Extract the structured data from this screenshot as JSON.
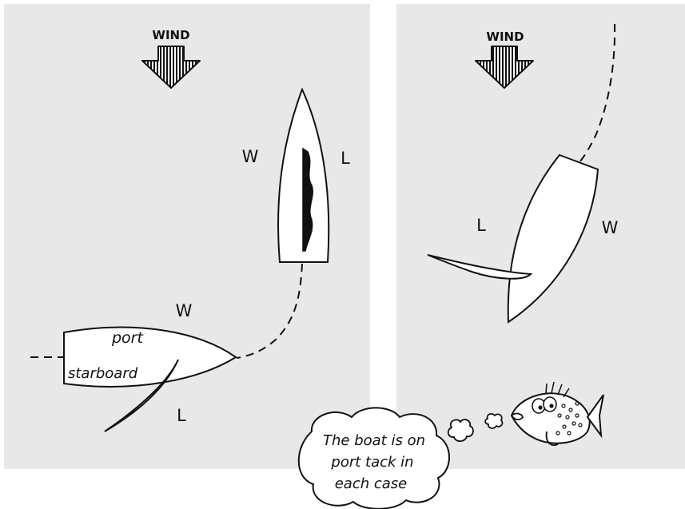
{
  "diagram": {
    "left_panel": {
      "wind_label": "WIND",
      "upper_boat": {
        "windward_label": "W",
        "leeward_label": "L"
      },
      "lower_boat": {
        "windward_label": "W",
        "leeward_label": "L",
        "port_side_label": "port",
        "starboard_side_label": "starboard"
      }
    },
    "right_panel": {
      "wind_label": "WIND",
      "boat": {
        "leeward_label": "L",
        "windward_label": "W"
      }
    },
    "speech_bubble": {
      "lines": [
        "The boat is on",
        "port tack in",
        "each case"
      ]
    },
    "colors": {
      "panel_background": "#e8e8e8",
      "hull_fill": "#ffffff",
      "ink": "#111111"
    },
    "icons": [
      "wind-arrow-icon",
      "sailboat-hull-icon",
      "sail-icon",
      "fish-icon",
      "puff-cloud-icon"
    ]
  }
}
